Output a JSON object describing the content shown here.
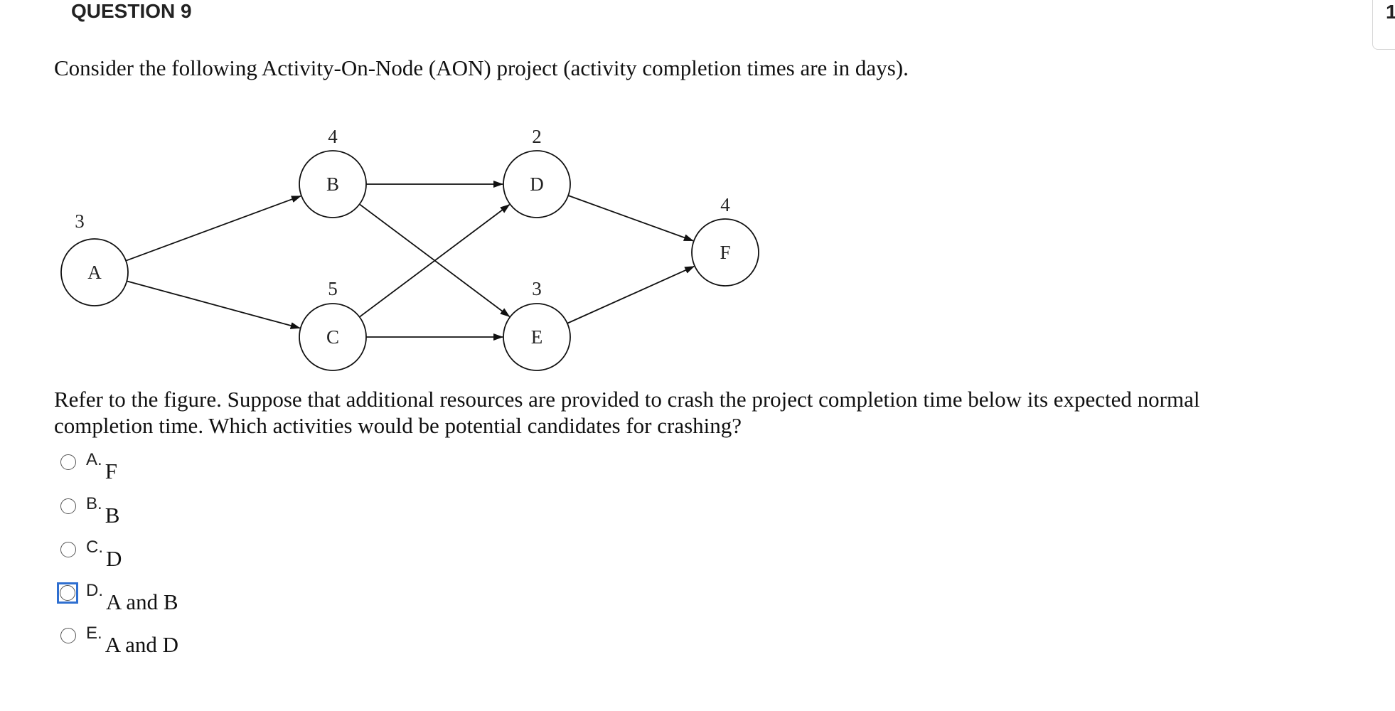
{
  "question": {
    "header": "QUESTION 9",
    "points_label": "1",
    "prompt": "Consider the following Activity-On-Node (AON) project (activity completion times are in days).",
    "text": "Refer to the figure. Suppose that additional resources are provided to crash the project completion time below its expected normal completion time.  Which activities would be potential candidates for crashing?"
  },
  "diagram": {
    "nodes": [
      {
        "id": "A",
        "label": "A",
        "duration": "3"
      },
      {
        "id": "B",
        "label": "B",
        "duration": "4"
      },
      {
        "id": "C",
        "label": "C",
        "duration": "5"
      },
      {
        "id": "D",
        "label": "D",
        "duration": "2"
      },
      {
        "id": "E",
        "label": "E",
        "duration": "3"
      },
      {
        "id": "F",
        "label": "F",
        "duration": "4"
      }
    ],
    "edges": [
      {
        "from": "A",
        "to": "B"
      },
      {
        "from": "A",
        "to": "C"
      },
      {
        "from": "B",
        "to": "D"
      },
      {
        "from": "B",
        "to": "E"
      },
      {
        "from": "C",
        "to": "D"
      },
      {
        "from": "C",
        "to": "E"
      },
      {
        "from": "D",
        "to": "F"
      },
      {
        "from": "E",
        "to": "F"
      }
    ]
  },
  "options": [
    {
      "letter": "A.",
      "text": "F",
      "selected": false,
      "focused": false
    },
    {
      "letter": "B.",
      "text": "B",
      "selected": false,
      "focused": false
    },
    {
      "letter": "C.",
      "text": "D",
      "selected": false,
      "focused": false
    },
    {
      "letter": "D.",
      "text": "A and B",
      "selected": false,
      "focused": true
    },
    {
      "letter": "E.",
      "text": "A and D",
      "selected": false,
      "focused": false
    }
  ],
  "colors": {
    "focus_outline": "#2f6fd0",
    "text": "#111111"
  }
}
